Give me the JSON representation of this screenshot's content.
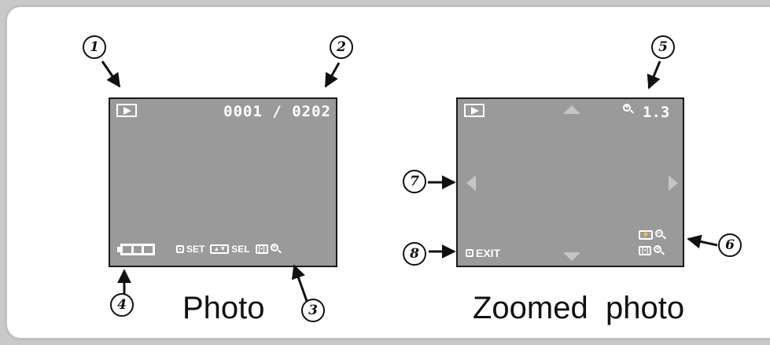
{
  "photo_screen": {
    "file_counter": "0001 / 0202",
    "hints": {
      "set": "SET",
      "sel": "SEL"
    },
    "caption": "Photo"
  },
  "zoom_screen": {
    "zoom_level": "1.3",
    "exit_label": "EXIT",
    "caption": "Zoomed  photo"
  },
  "callouts": [
    "1",
    "2",
    "3",
    "4",
    "5",
    "6",
    "7",
    "8"
  ],
  "icons": {
    "playback": "playback-icon",
    "battery": "battery-full-icon",
    "zoom_in": "magnifier-plus-icon",
    "zoom_out": "magnifier-minus-icon",
    "zoom_indicator": "zoom-magnifier-icon",
    "nav": [
      "triangle-up-icon",
      "triangle-down-icon",
      "triangle-left-icon",
      "triangle-right-icon"
    ]
  },
  "colors": {
    "screen_bg": "#9a9a9a",
    "osd_text": "#ffffff",
    "nav_arrows": "#c5c5c5",
    "frame_border": "#bfbfbf"
  }
}
